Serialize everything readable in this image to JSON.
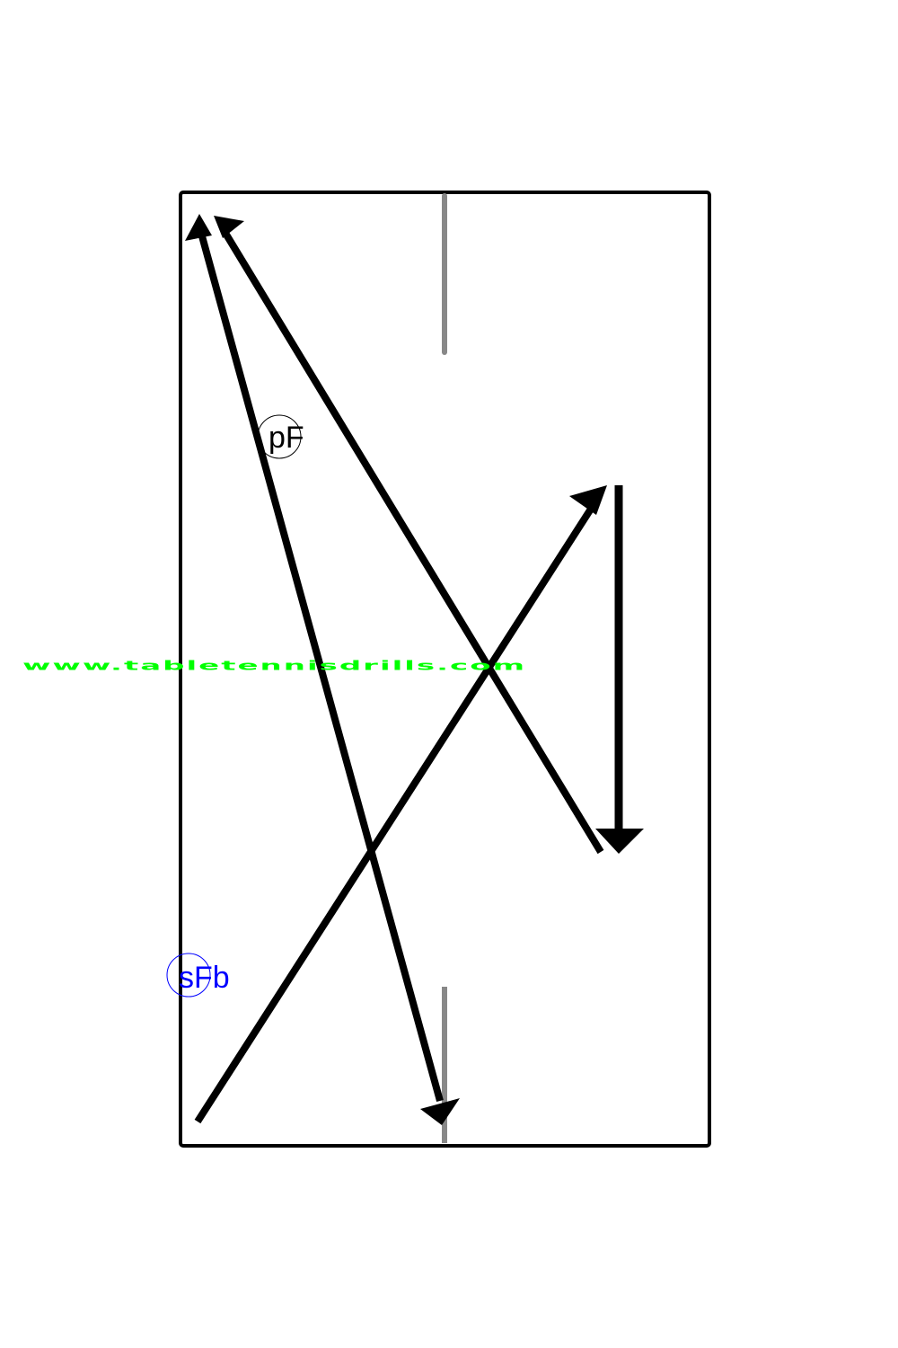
{
  "watermark": {
    "text": "www.tabletennisdrills.com",
    "color": "#00ff00"
  },
  "labels": {
    "first_stroke": {
      "text": "pF",
      "color": "#000000"
    },
    "second_stroke": {
      "text": "sFb",
      "color": "#0000ff"
    }
  },
  "colors": {
    "table_border": "#000000",
    "center_line": "#888888",
    "ball_path": "#000000"
  },
  "icons": [
    "arrow-head-icon"
  ]
}
